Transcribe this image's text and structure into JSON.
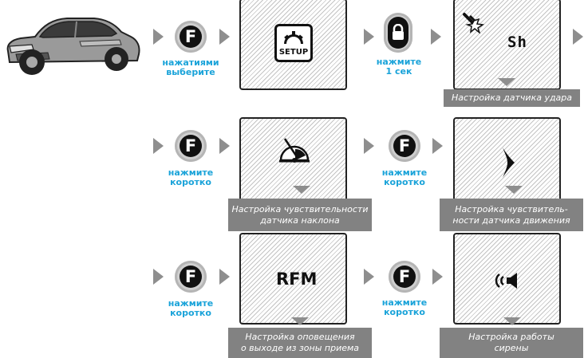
{
  "buttons": {
    "f_label": "F"
  },
  "screens": {
    "setup_label": "SETUP",
    "shock_display": "Sh",
    "rfm_display": "RFM"
  },
  "labels": {
    "select_by_presses": [
      "нажатиями",
      "выберите"
    ],
    "press_1_sec": [
      "нажмите",
      "1 сек"
    ],
    "press_short_row2_a": [
      "нажмите",
      "коротко"
    ],
    "press_short_row2_b": [
      "нажмите",
      "коротко"
    ],
    "press_short_row3_a": [
      "нажмите",
      "коротко"
    ],
    "press_short_row3_b": [
      "нажмите",
      "коротко"
    ]
  },
  "captions": {
    "shock_sensor": [
      "Настройка датчика удара"
    ],
    "tilt_sensor": [
      "Настройка чувствительности",
      "датчика наклона"
    ],
    "motion_sensor": [
      "Настройка чувствитель-",
      "ности датчика движения"
    ],
    "out_of_range": [
      "Настройка оповещения",
      "о выходе из зоны приема"
    ],
    "siren": [
      "Настройка работы",
      "сирены"
    ]
  },
  "colors": {
    "accent_blue": "#1aa3d9",
    "caption_gray": "#828282",
    "arrow_gray": "#8e8e8e"
  }
}
